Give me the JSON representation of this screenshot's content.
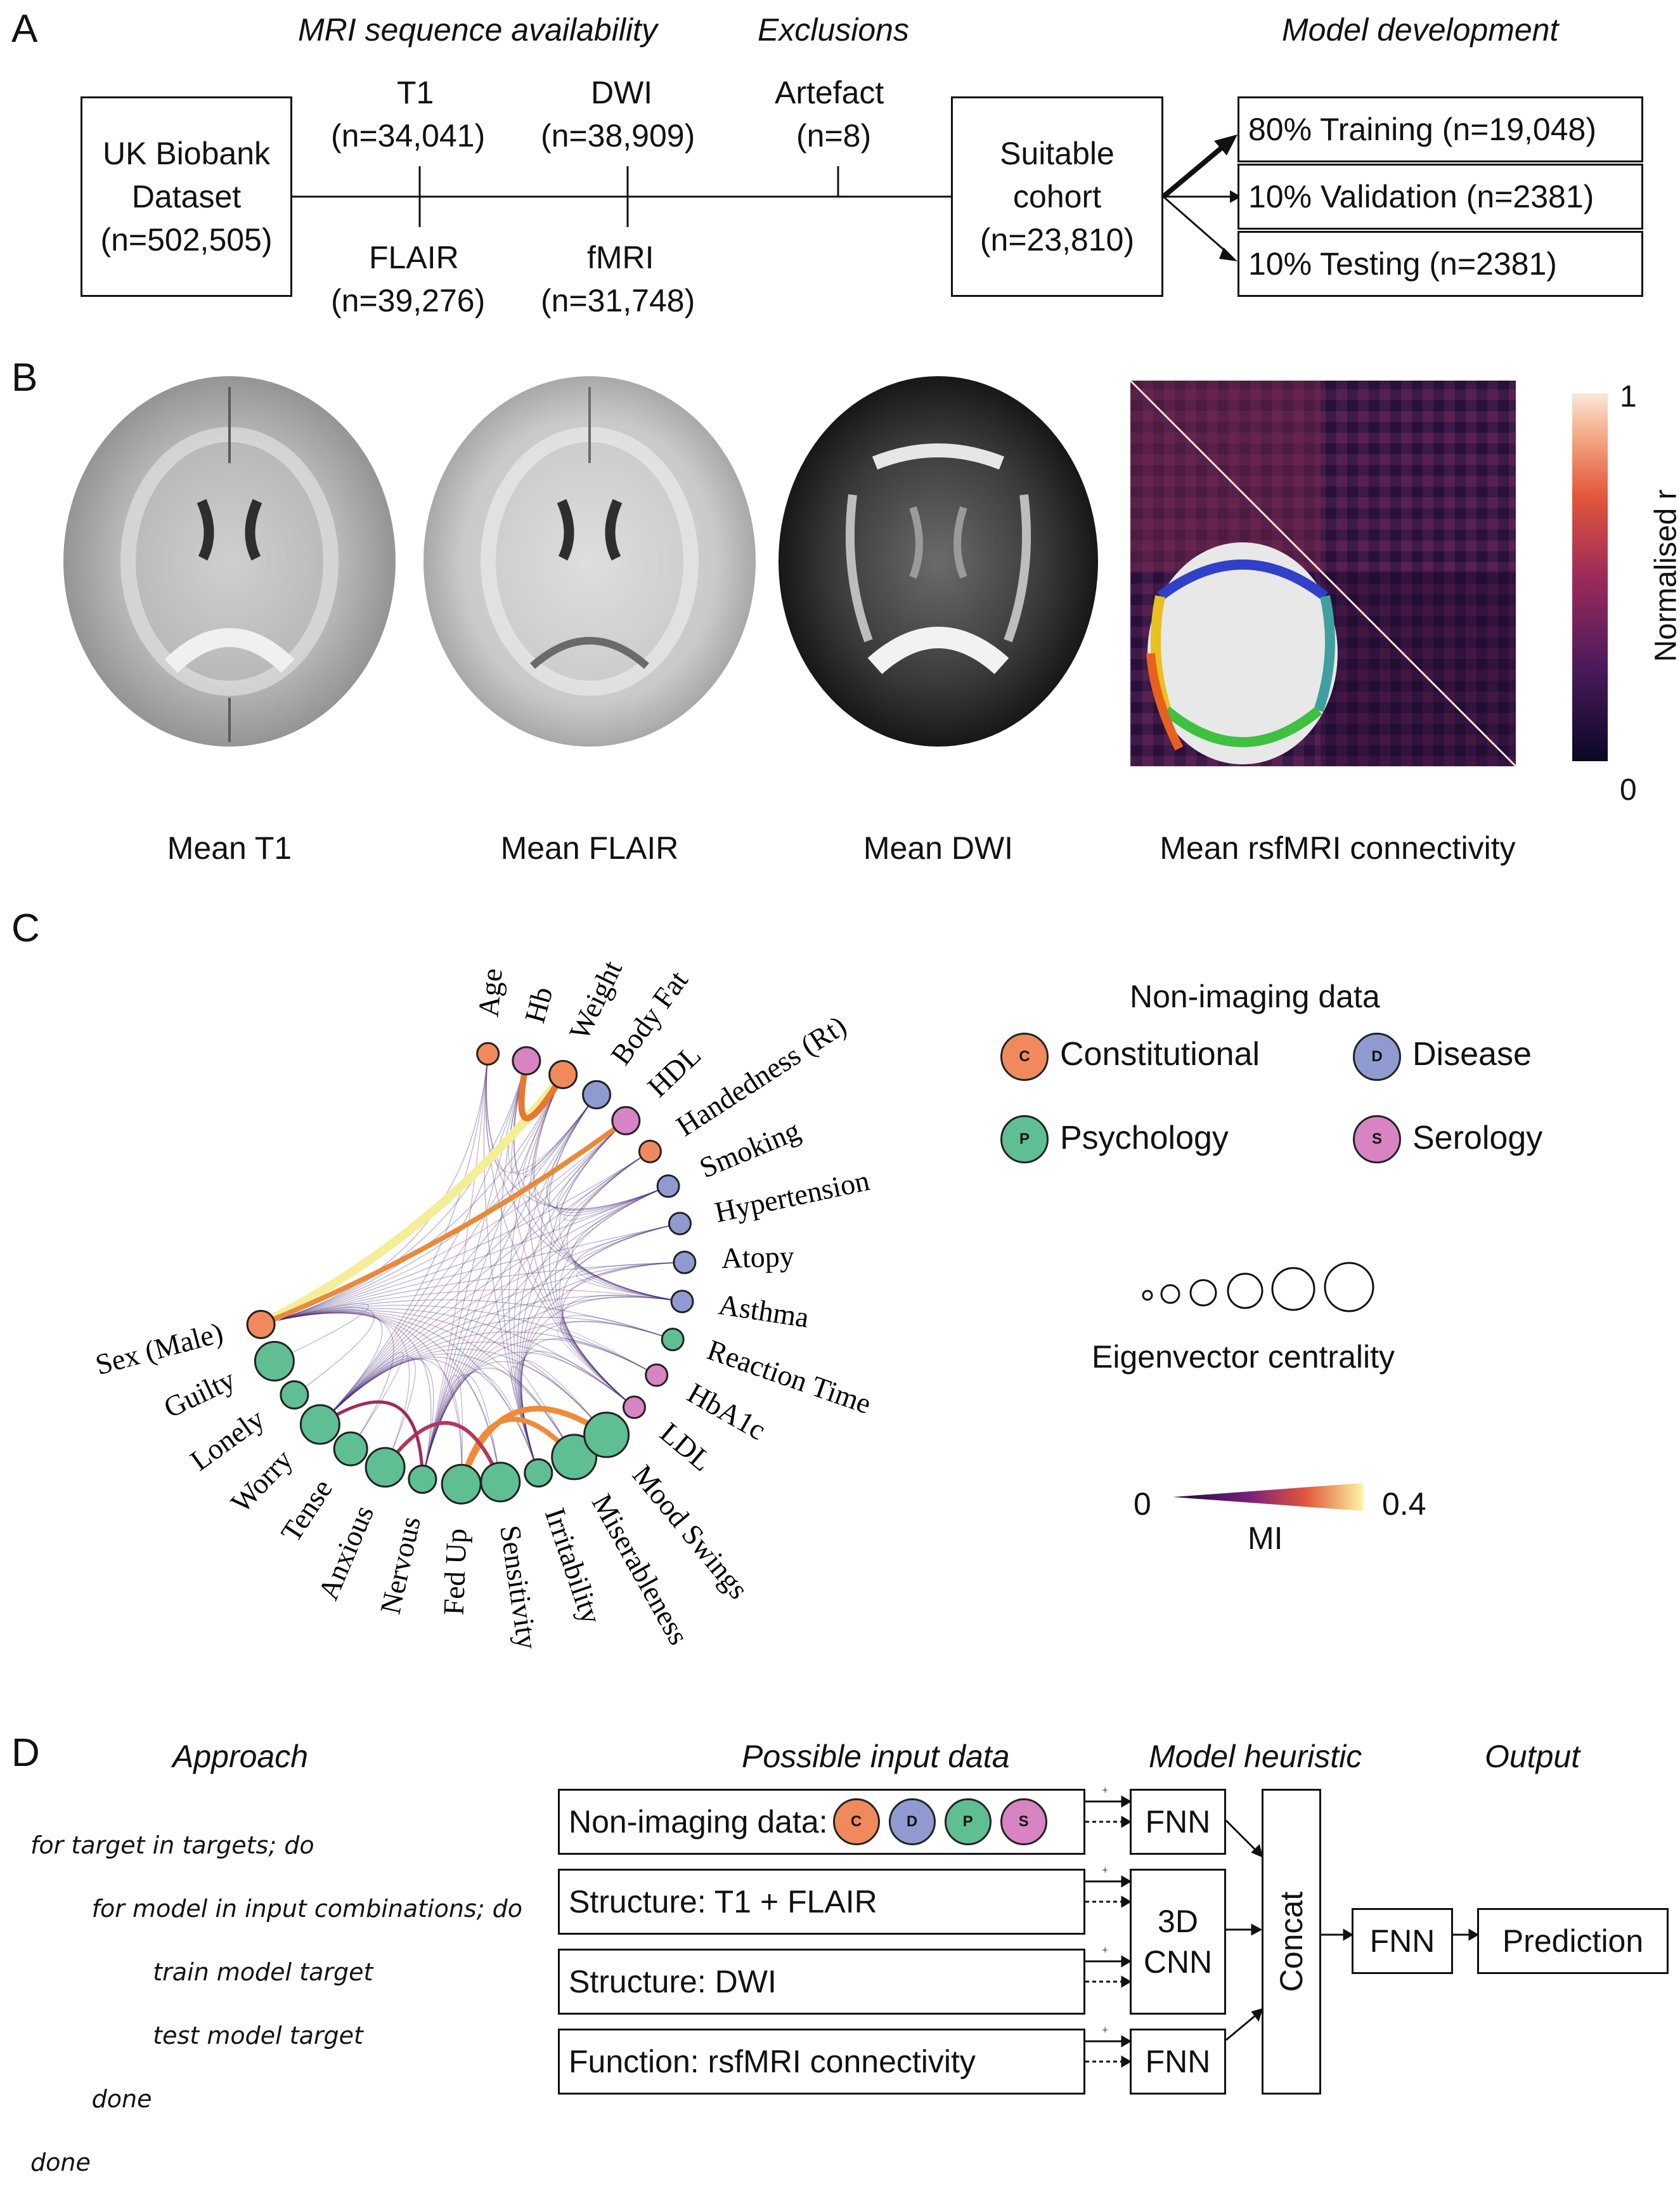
{
  "panels": {
    "a": "A",
    "b": "B",
    "c": "C",
    "d": "D"
  },
  "panel_a": {
    "headers": {
      "mri": "MRI sequence availability",
      "exclusions": "Exclusions",
      "model": "Model development"
    },
    "dataset": {
      "line1": "UK Biobank",
      "line2": "Dataset",
      "line3": "(n=502,505)"
    },
    "t1": {
      "name": "T1",
      "count": "(n=34,041)"
    },
    "flair": {
      "name": "FLAIR",
      "count": "(n=39,276)"
    },
    "dwi": {
      "name": "DWI",
      "count": "(n=38,909)"
    },
    "fmri": {
      "name": "fMRI",
      "count": "(n=31,748)"
    },
    "artefact": {
      "name": "Artefact",
      "count": "(n=8)"
    },
    "cohort": {
      "line1": "Suitable",
      "line2": "cohort",
      "line3": "(n=23,810)"
    },
    "splits": [
      "80% Training (n=19,048)",
      "10% Validation (n=2381)",
      "10% Testing (n=2381)"
    ]
  },
  "panel_b": {
    "captions": [
      "Mean T1",
      "Mean FLAIR",
      "Mean DWI",
      "Mean rsfMRI connectivity"
    ],
    "colorbar": {
      "label": "Normalised r",
      "max": "1",
      "min": "0"
    }
  },
  "panel_c": {
    "nodes": [
      {
        "label": "Sex (Male)",
        "group": "C",
        "size": 3
      },
      {
        "label": "Guilty",
        "group": "P",
        "size": 5
      },
      {
        "label": "Lonely",
        "group": "P",
        "size": 3
      },
      {
        "label": "Worry",
        "group": "P",
        "size": 5
      },
      {
        "label": "Tense",
        "group": "P",
        "size": 4
      },
      {
        "label": "Anxious",
        "group": "P",
        "size": 5
      },
      {
        "label": "Nervous",
        "group": "P",
        "size": 3
      },
      {
        "label": "Fed Up",
        "group": "P",
        "size": 5
      },
      {
        "label": "Sensitivity",
        "group": "P",
        "size": 5
      },
      {
        "label": "Irritability",
        "group": "P",
        "size": 3
      },
      {
        "label": "Miserableness",
        "group": "P",
        "size": 6
      },
      {
        "label": "Mood Swings",
        "group": "P",
        "size": 6
      },
      {
        "label": "LDL",
        "group": "S",
        "size": 2
      },
      {
        "label": "HbA1c",
        "group": "S",
        "size": 2
      },
      {
        "label": "Reaction Time",
        "group": "P",
        "size": 2
      },
      {
        "label": "Asthma",
        "group": "D",
        "size": 2
      },
      {
        "label": "Atopy",
        "group": "D",
        "size": 2
      },
      {
        "label": "Hypertension",
        "group": "D",
        "size": 2
      },
      {
        "label": "Smoking",
        "group": "D",
        "size": 2
      },
      {
        "label": "Handedness (Rt)",
        "group": "C",
        "size": 2
      },
      {
        "label": "HDL",
        "group": "S",
        "size": 3
      },
      {
        "label": "Body Fat",
        "group": "D",
        "size": 3
      },
      {
        "label": "Weight",
        "group": "C",
        "size": 3
      },
      {
        "label": "Hb",
        "group": "S",
        "size": 3
      },
      {
        "label": "Age",
        "group": "C",
        "size": 2
      }
    ],
    "legend": {
      "title": "Non-imaging data",
      "items": [
        {
          "key": "C",
          "label": "Constitutional",
          "color": "#f08a5d"
        },
        {
          "key": "D",
          "label": "Disease",
          "color": "#8f9bd0"
        },
        {
          "key": "P",
          "label": "Psychology",
          "color": "#5fbf92"
        },
        {
          "key": "S",
          "label": "Serology",
          "color": "#d884c2"
        }
      ]
    },
    "centrality_label": "Eigenvector centrality",
    "mi": {
      "label": "MI",
      "min": "0",
      "max": "0.4"
    }
  },
  "panel_d": {
    "headers": {
      "approach": "Approach",
      "input": "Possible input data",
      "heuristic": "Model heuristic",
      "output": "Output"
    },
    "code": [
      "for target in targets; do",
      "        for model in input combinations; do",
      "                train model target",
      "                test model target",
      "        done",
      "done"
    ],
    "inputs": {
      "nonimaging": "Non-imaging data:",
      "structure1": "Structure: T1 + FLAIR",
      "structure2": "Structure: DWI",
      "function": "Function: rsfMRI connectivity"
    },
    "nonimaging_keys": [
      "C",
      "D",
      "P",
      "S"
    ],
    "fnn": "FNN",
    "cnn": {
      "line1": "3D",
      "line2": "CNN"
    },
    "concat": "Concat",
    "prediction": "Prediction"
  }
}
